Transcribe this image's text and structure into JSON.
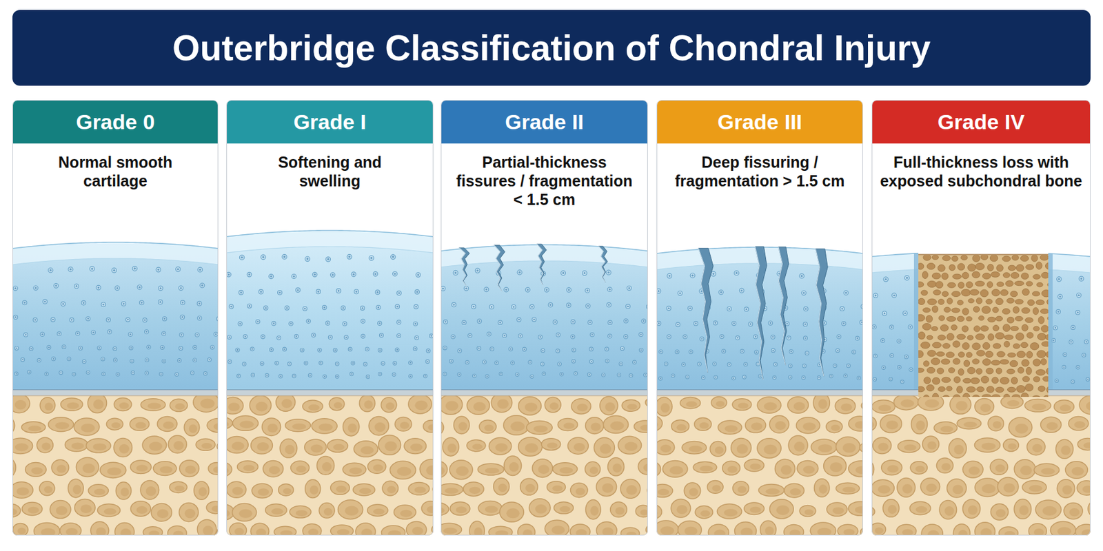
{
  "diagram": {
    "title": "Outerbridge Classification of Chondral Injury",
    "nodes": [
      {
        "text": [
          "Grade 0",
          "Normal smooth cartilage"
        ]
      },
      {
        "text": [
          "Grade I",
          "Softening and swelling"
        ]
      },
      {
        "text": [
          "Grade II",
          "Partial-thickness fissures / fragmentation < 1.5 cm"
        ]
      },
      {
        "text": [
          "Grade III",
          "Deep fissuring / fragmentation > 1.5 cm"
        ]
      },
      {
        "text": [
          "Grade IV",
          "Full-thickness loss with exposed subchondral bone"
        ]
      }
    ]
  }
}
